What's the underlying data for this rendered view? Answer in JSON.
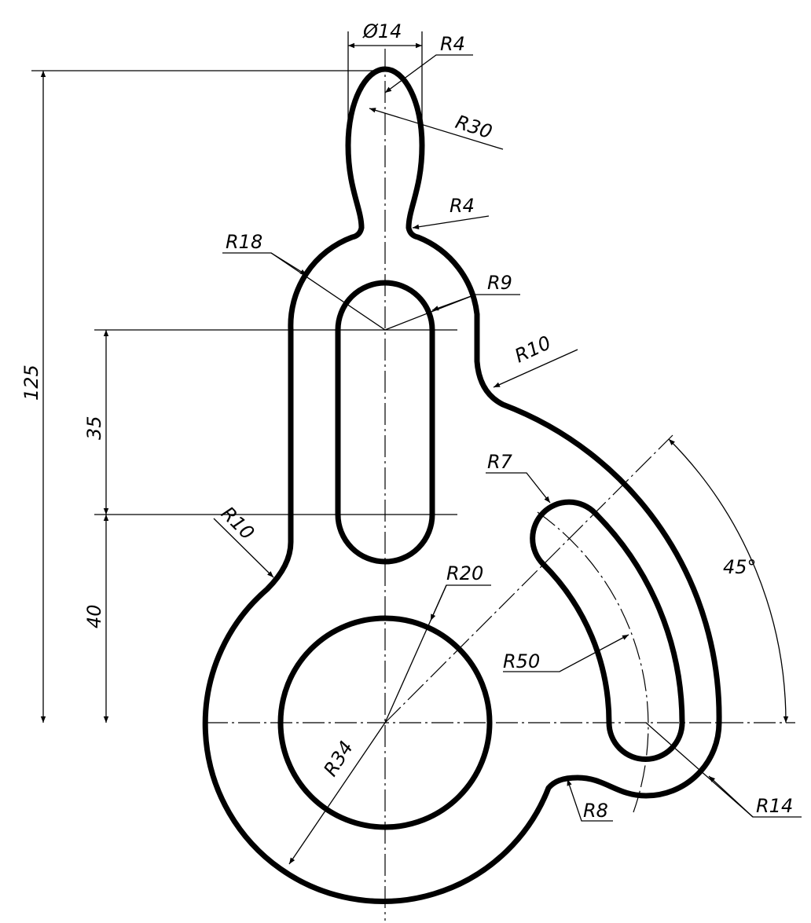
{
  "title": "Hook plate engineering drawing",
  "dimensions": {
    "dia14": "Ø14",
    "r4_top": "R4",
    "r30": "R30",
    "r4_neck": "R4",
    "r18": "R18",
    "r9": "R9",
    "r10_right": "R10",
    "d125": "125",
    "d35": "35",
    "d40": "40",
    "r10_left": "R10",
    "r7": "R7",
    "angle45": "45°",
    "r20": "R20",
    "r50": "R50",
    "r34": "R34",
    "r8": "R8",
    "r14": "R14"
  },
  "colors": {
    "line": "#000000",
    "background": "#ffffff"
  }
}
